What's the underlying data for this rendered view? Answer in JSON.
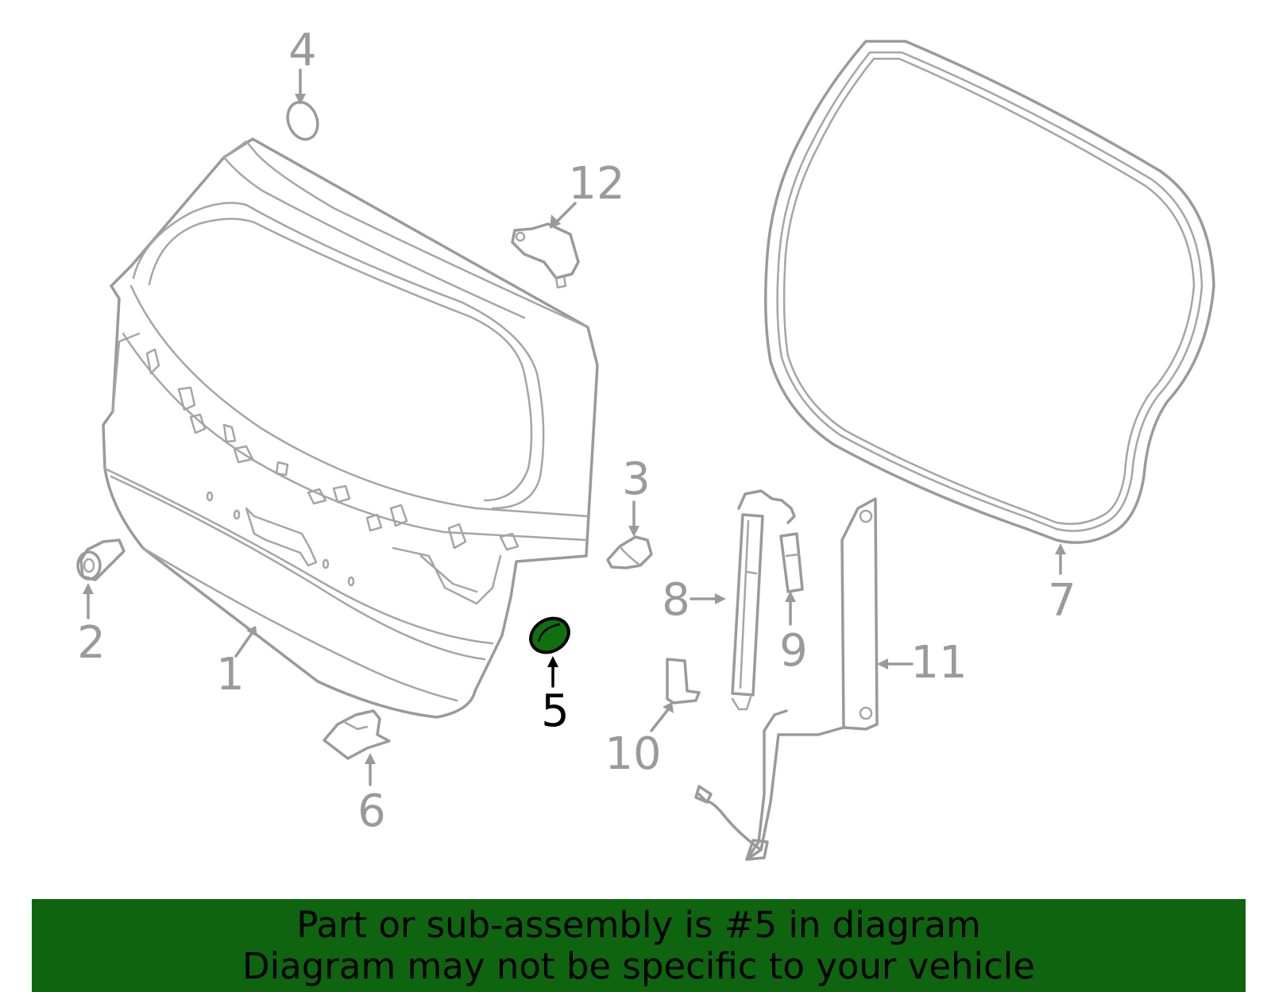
{
  "diagram": {
    "highlight_color": "#107010",
    "callouts": {
      "c1": "1",
      "c2": "2",
      "c3": "3",
      "c4": "4",
      "c5": "5",
      "c6": "6",
      "c7": "7",
      "c8": "8",
      "c9": "9",
      "c10": "10",
      "c11": "11",
      "c12": "12"
    },
    "highlighted_part": "5"
  },
  "banner": {
    "line1": "Part or sub-assembly is #5 in diagram",
    "line2": "Diagram may not be specific to your vehicle",
    "background": "#0f6410"
  }
}
